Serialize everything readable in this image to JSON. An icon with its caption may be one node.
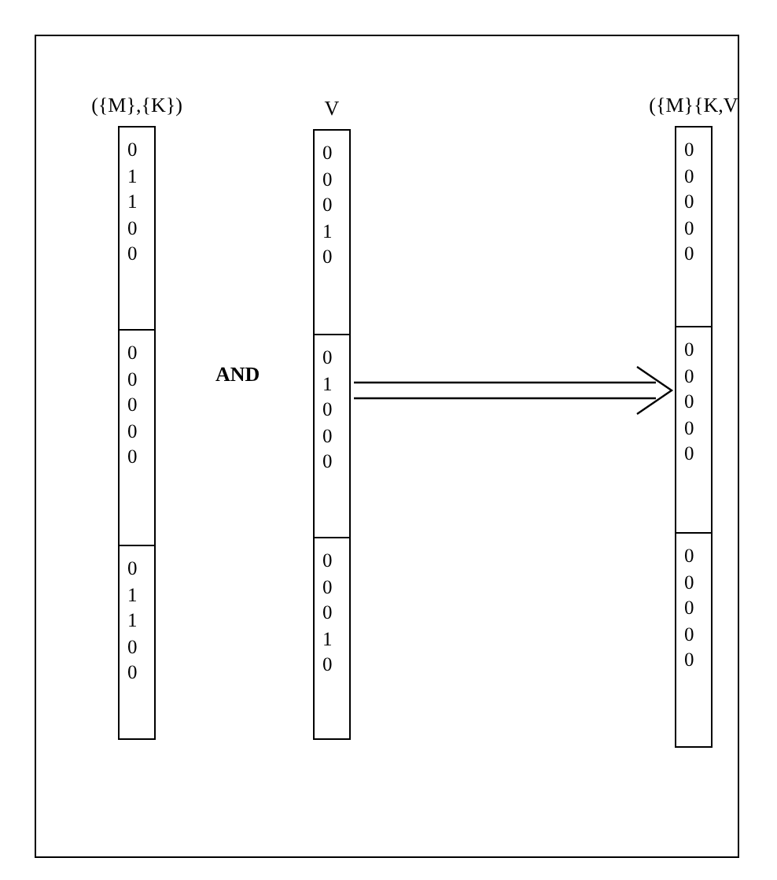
{
  "diagram": {
    "nodes": [
      {
        "text": [
          "({M},{K})"
        ]
      },
      {
        "text": [
          "0 1 1 0 0"
        ],
        "in": 0
      },
      {
        "text": [
          "0 0 0 0 0"
        ],
        "in": 0
      },
      {
        "text": [
          "0 1 1 0 0"
        ],
        "in": 0
      },
      {
        "text": [
          "V"
        ]
      },
      {
        "text": [
          "0 0 0 1 0"
        ],
        "in": 4
      },
      {
        "text": [
          "0 1 0 0 0"
        ],
        "in": 4
      },
      {
        "text": [
          "0 0 0 1 0"
        ],
        "in": 4
      },
      {
        "text": [
          "({M}{K,V"
        ]
      },
      {
        "text": [
          "0 0 0 0 0"
        ],
        "in": 8
      },
      {
        "text": [
          "0 0 0 0 0"
        ],
        "in": 8
      },
      {
        "text": [
          "0 0 0 0 0"
        ],
        "in": 8
      }
    ],
    "edges": [
      {
        "from": 4,
        "to": 8,
        "arrow": "to"
      }
    ],
    "labels": [
      "AND"
    ]
  }
}
